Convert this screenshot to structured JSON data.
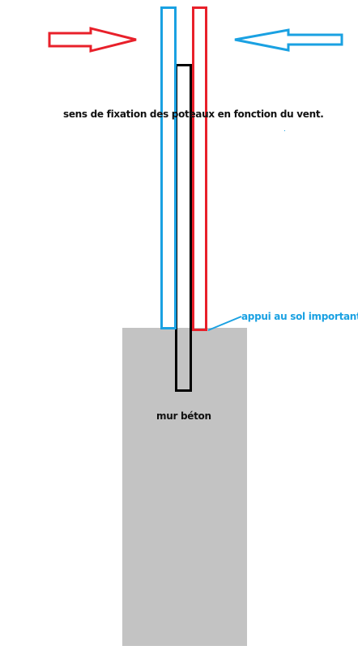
{
  "labels": {
    "main": "sens de fixation des poteaux en fonction du vent.",
    "support": "appui au sol important",
    "wall": "mur béton"
  },
  "colors": {
    "red": "#e8202a",
    "blue": "#1aa1e2",
    "black": "#000000",
    "concrete": "#c3c3c3",
    "text": "#111111"
  },
  "icons": {
    "left_arrow": "arrow-right-icon",
    "right_arrow": "arrow-left-icon"
  }
}
